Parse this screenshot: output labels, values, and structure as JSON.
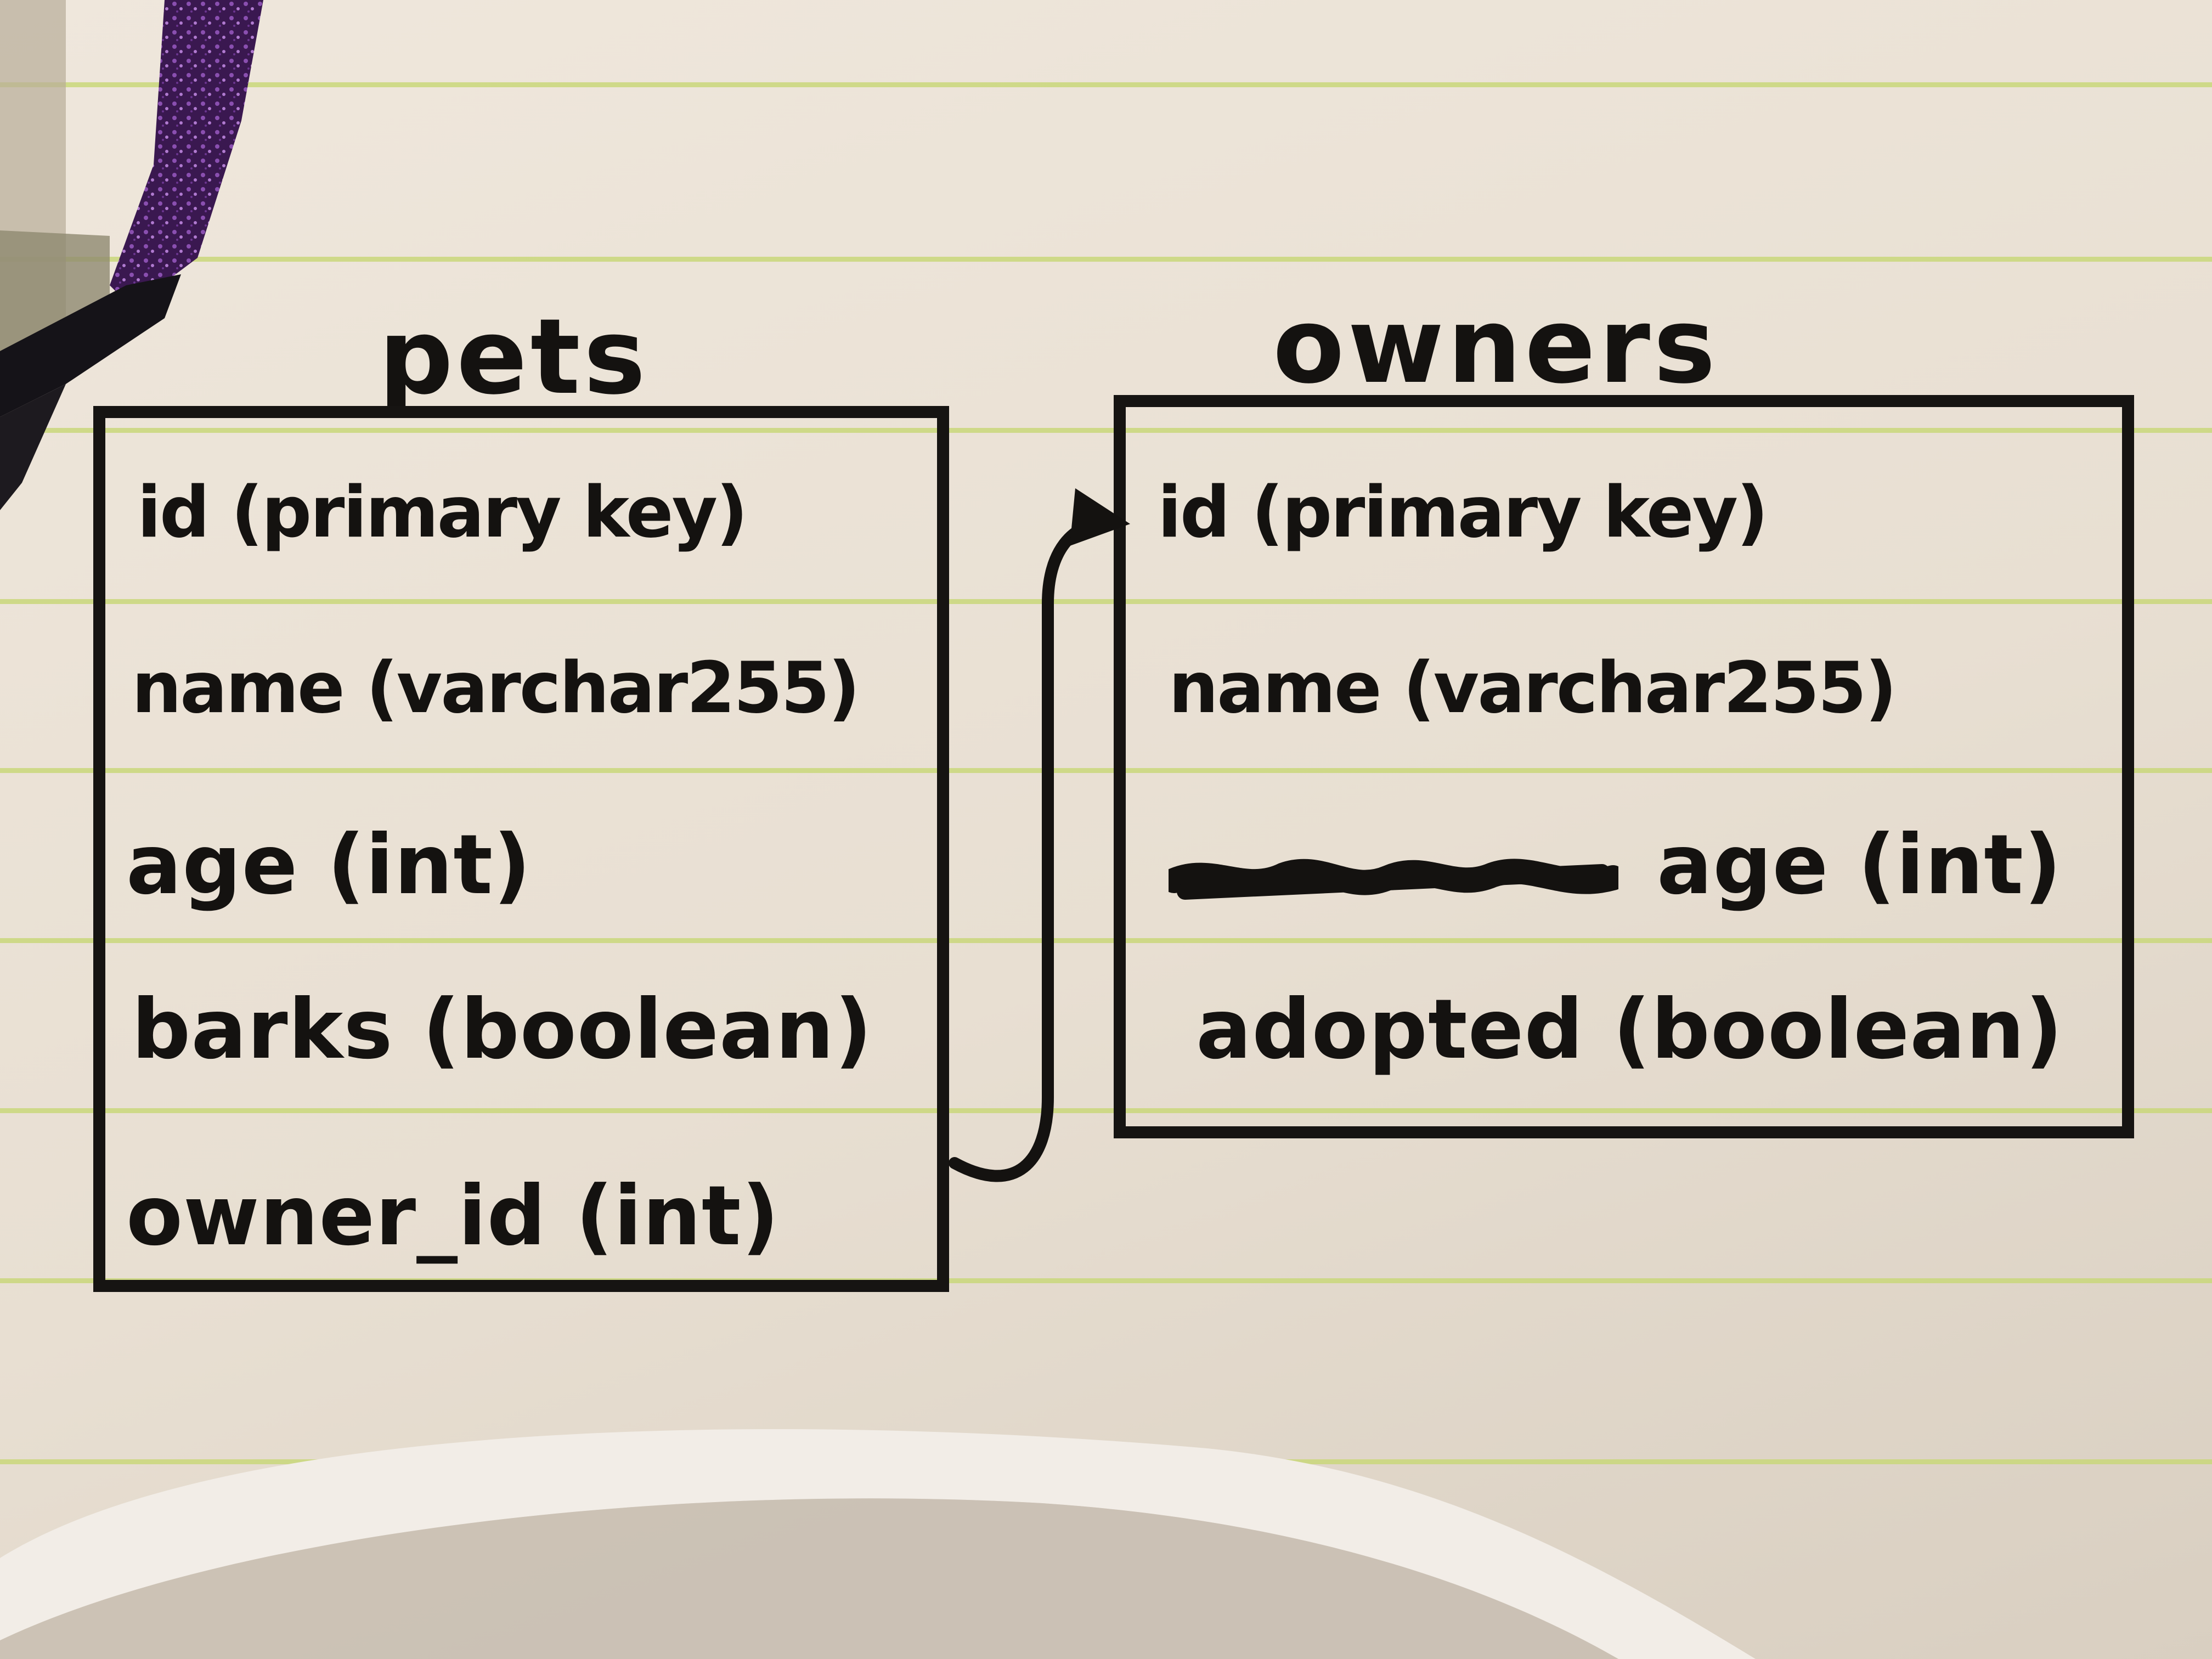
{
  "diagram": {
    "tables": [
      {
        "title": "pets",
        "fields": [
          "id (primary key)",
          "name (varchar255)",
          "age (int)",
          "barks (boolean)",
          "owner_id (int)"
        ]
      },
      {
        "title": "owners",
        "fields": [
          "id (primary key)",
          "name (varchar255)",
          "age (int)",
          "adopted (boolean)"
        ]
      }
    ],
    "relationship": {
      "from": "owner_id (int)",
      "to": "id (primary key)",
      "style": "hand-drawn arrow"
    }
  },
  "colors": {
    "ink": "#141210",
    "paper": "#efe7dc",
    "ruling": "#c9d77a",
    "glitter": "#5a2a78"
  }
}
